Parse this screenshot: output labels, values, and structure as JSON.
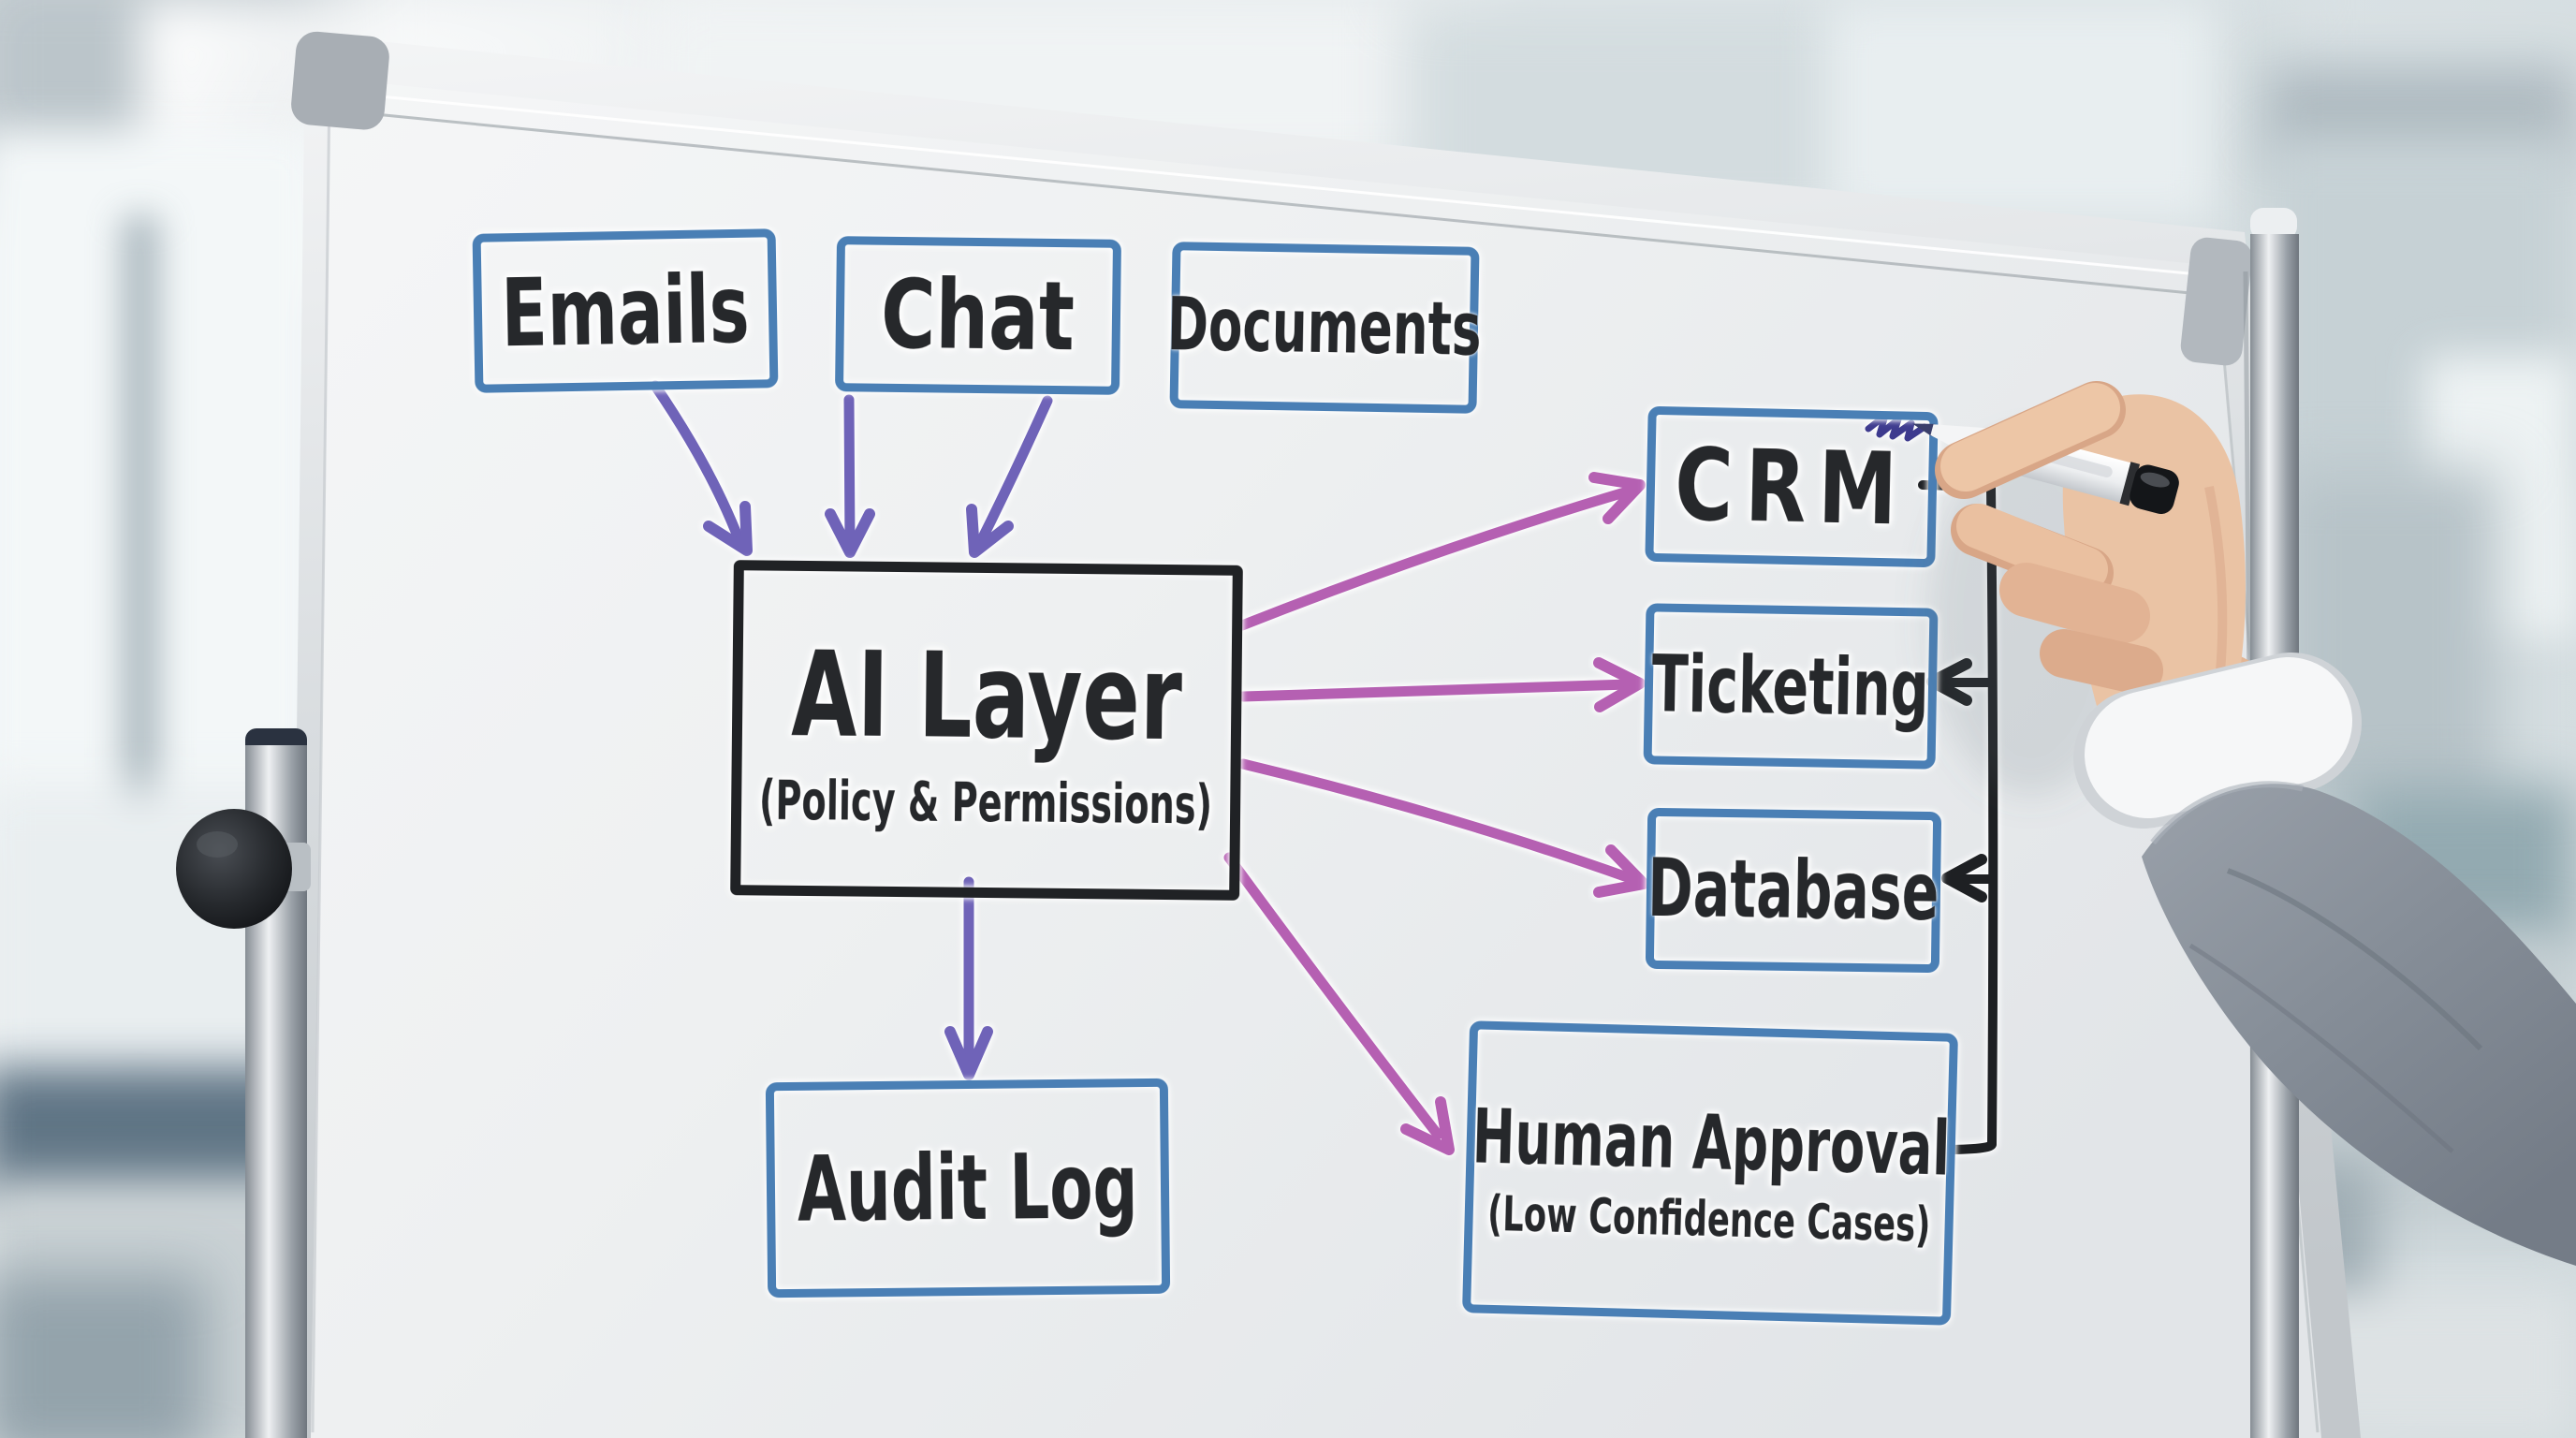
{
  "scene": {
    "description": "Right hand writing with a whiteboard marker on an office whiteboard flowchart",
    "objects": [
      "whiteboard",
      "flipchart stand poles",
      "hand with marker",
      "white shirt cuff",
      "gray suit sleeve",
      "blurred office background"
    ]
  },
  "diagram": {
    "nodes": {
      "emails": {
        "label": "Emails"
      },
      "chat": {
        "label": "Chat"
      },
      "documents": {
        "label": "Documents"
      },
      "ai_layer": {
        "label": "AI Layer",
        "sublabel": "(Policy & Permissions)"
      },
      "crm": {
        "label": "CRM"
      },
      "ticketing": {
        "label": "Ticketing"
      },
      "database": {
        "label": "Database"
      },
      "human_approval": {
        "label": "Human Approval",
        "sublabel": "(Low Confidence Cases)"
      },
      "audit_log": {
        "label": "Audit Log"
      }
    },
    "edges": [
      {
        "from": "Emails",
        "to": "AI Layer",
        "color": "purple"
      },
      {
        "from": "Chat",
        "to": "AI Layer",
        "color": "purple"
      },
      {
        "from": "Documents",
        "to": "AI Layer",
        "color": "purple"
      },
      {
        "from": "AI Layer",
        "to": "Audit Log",
        "color": "purple"
      },
      {
        "from": "AI Layer",
        "to": "CRM",
        "color": "magenta"
      },
      {
        "from": "AI Layer",
        "to": "Ticketing",
        "color": "magenta"
      },
      {
        "from": "AI Layer",
        "to": "Database",
        "color": "magenta"
      },
      {
        "from": "AI Layer",
        "to": "Human Approval",
        "color": "magenta"
      },
      {
        "from": "CRM",
        "to": "Ticketing",
        "color": "black"
      },
      {
        "from": "CRM",
        "to": "Database",
        "color": "black"
      },
      {
        "from": "CRM",
        "to": "Human Approval",
        "color": "black"
      }
    ],
    "colors": {
      "input_box_stroke": "#4a7fb5",
      "ai_box_stroke": "#202225",
      "ink_text": "#26282b",
      "purple_arrow": "#6f63b8",
      "magenta_arrow": "#b560b2",
      "black_line": "#1e2023",
      "ink_scribble": "#3d3a8e"
    }
  }
}
